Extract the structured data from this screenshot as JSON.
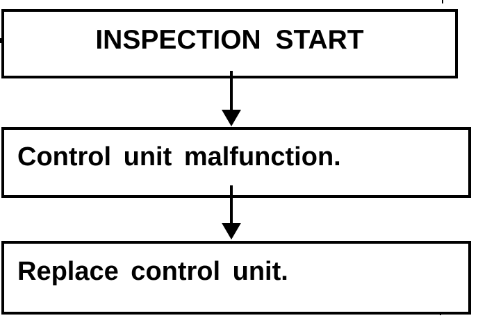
{
  "page": {
    "kind": "scanned service-manual troubleshooting flowchart",
    "colors": {
      "paper": "#ffffff",
      "ink": "#000000"
    }
  },
  "flowchart": {
    "nodes": [
      {
        "id": "inspection-start",
        "label": "INSPECTION START",
        "text_align": "center"
      },
      {
        "id": "control-unit-malfunction",
        "label": "Control unit malfunction.",
        "text_align": "left"
      },
      {
        "id": "replace-control-unit",
        "label": "Replace control unit.",
        "text_align": "left"
      }
    ],
    "connectors": [
      {
        "from": "inspection-start",
        "to": "control-unit-malfunction",
        "direction": "down",
        "style": "filled-arrowhead"
      },
      {
        "from": "control-unit-malfunction",
        "to": "replace-control-unit",
        "direction": "down",
        "style": "filled-arrowhead"
      }
    ],
    "artifacts": [
      {
        "id": "top-right-tick",
        "description": "small scan tick at top right edge"
      },
      {
        "id": "left-edge-tick",
        "description": "small scan tick on left edge beside first box"
      },
      {
        "id": "bottom-right-dot",
        "description": "small scan dot near bottom right"
      }
    ]
  }
}
